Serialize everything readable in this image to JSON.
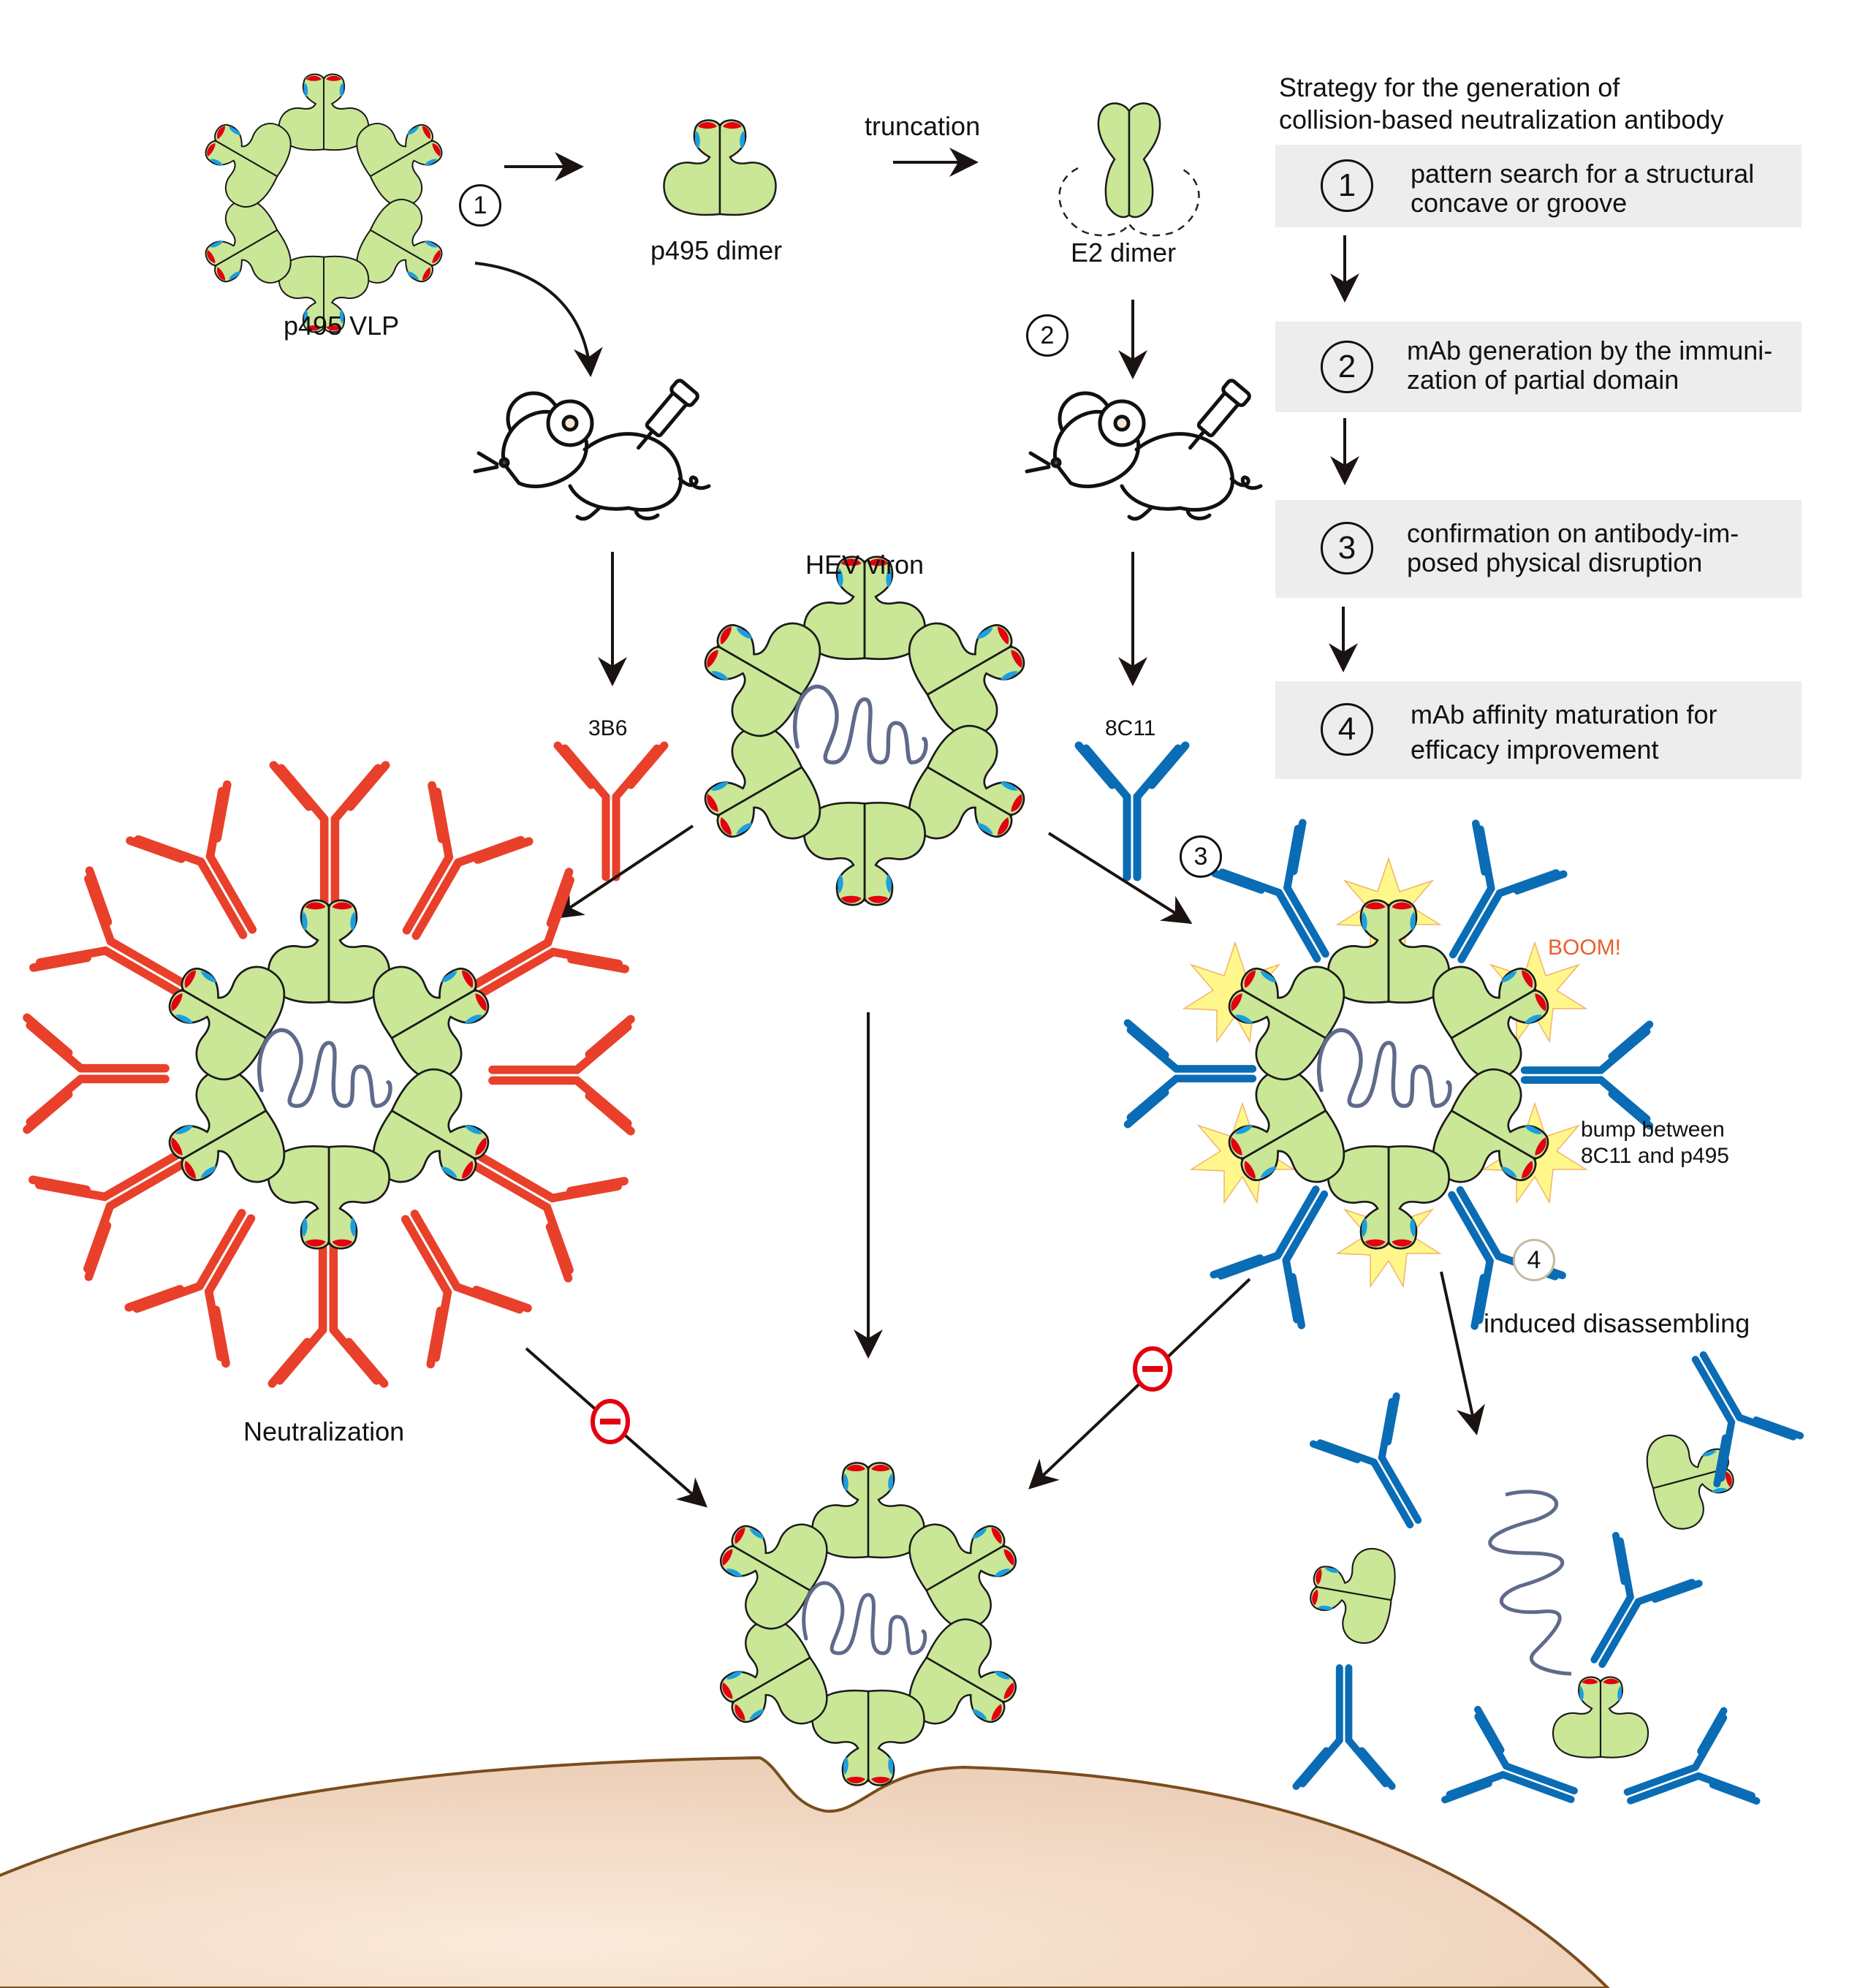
{
  "strategy": {
    "title_line1": "Strategy for the generation of",
    "title_line2": "collision-based neutralization antibody",
    "steps": [
      {
        "number": "1",
        "line1": "pattern search for a structural",
        "line2": "concave or groove"
      },
      {
        "number": "2",
        "line1": "mAb generation by the immuni-",
        "line2": "zation of partial domain"
      },
      {
        "number": "3",
        "line1": "confirmation on antibody-im-",
        "line2": "posed physical disruption"
      },
      {
        "number": "4",
        "line1": "mAb affinity maturation for",
        "line2": "efficacy improvement"
      }
    ]
  },
  "labels": {
    "p495_vlp": "p495 VLP",
    "p495_dimer": "p495 dimer",
    "truncation": "truncation",
    "e2_dimer": "E2 dimer",
    "hev_virion": "HEV viron",
    "antibody_3b6": "3B6",
    "antibody_8c11": "8C11",
    "neutralization": "Neutralization",
    "boom": "BOOM!",
    "bump_line1": "bump between",
    "bump_line2": "8C11 and p495",
    "induced_disassembling": "induced disassembling"
  },
  "step_markers": {
    "m1": "1",
    "m2": "2",
    "m3": "3",
    "m4": "4"
  },
  "colors": {
    "protein_fill": "#c9e796",
    "epitope_red": "#e3000f",
    "epitope_blue": "#1a9fe0",
    "antibody_3b6": "#e8402a",
    "antibody_8c11": "#0a6cb5",
    "rna": "#5f6a8c",
    "cell_fill": "#f3dcc6",
    "cell_edge": "#7a4d1e",
    "inhibit_red": "#e3000f",
    "step_box_bg": "#ededed",
    "burst_yellow": "#fff35a"
  }
}
